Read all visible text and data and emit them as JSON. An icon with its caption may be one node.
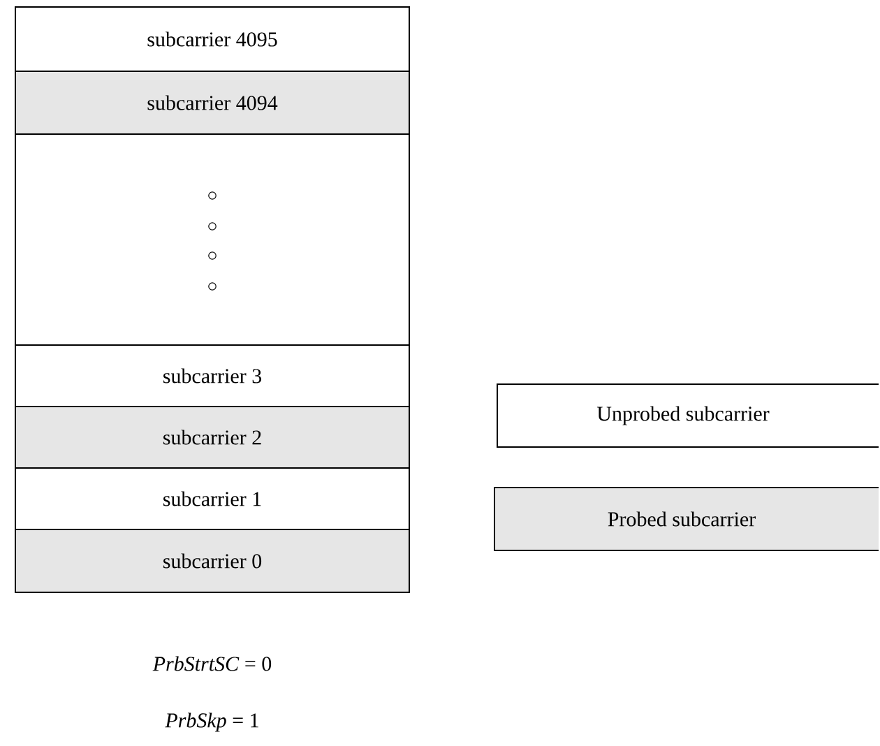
{
  "diagram": {
    "nodes": [
      {
        "text": [
          "subcarrier 4095"
        ]
      },
      {
        "text": [
          "subcarrier 4094"
        ]
      },
      {
        "text": [],
        "shape": "box"
      },
      {
        "text": [
          "subcarrier 3"
        ]
      },
      {
        "text": [
          "subcarrier 2"
        ]
      },
      {
        "text": [
          "subcarrier 1"
        ]
      },
      {
        "text": [
          "subcarrier 0"
        ]
      }
    ],
    "labels": [
      "*PrbStrtSC* = 0",
      "*PrbSkp* = 1"
    ],
    "legend": [
      {
        "text": "Unprobed subcarrier"
      },
      {
        "text": "Probed subcarrier",
        "color": "#e6e6e6"
      }
    ]
  }
}
